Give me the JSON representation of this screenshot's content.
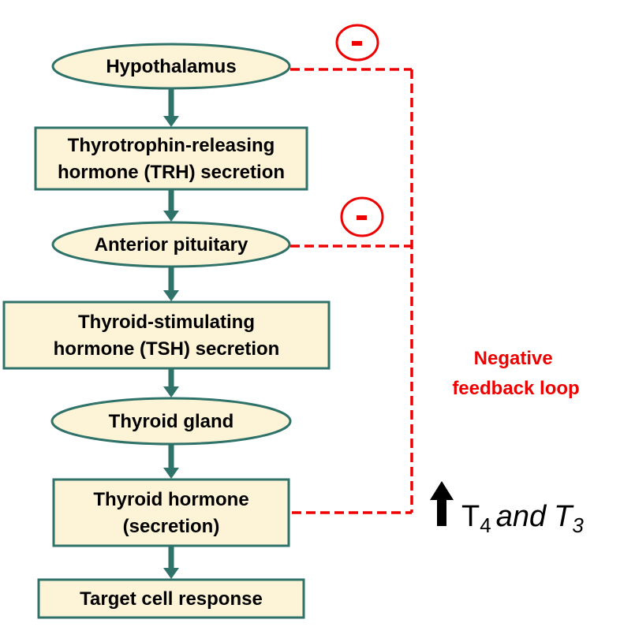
{
  "colors": {
    "node_fill": "#fdf3d6",
    "node_stroke": "#2e7269",
    "arrow": "#2e7269",
    "feedback": "#ee0000",
    "text": "#000000"
  },
  "nodes": [
    {
      "id": "hypothalamus",
      "shape": "ellipse",
      "lines": [
        "Hypothalamus"
      ]
    },
    {
      "id": "trh",
      "shape": "rect",
      "lines": [
        "Thyrotrophin-releasing",
        "hormone (TRH) secretion"
      ]
    },
    {
      "id": "anterior-pituitary",
      "shape": "ellipse",
      "lines": [
        "Anterior pituitary"
      ]
    },
    {
      "id": "tsh",
      "shape": "rect",
      "lines": [
        "Thyroid-stimulating",
        "hormone (TSH) secretion"
      ]
    },
    {
      "id": "thyroid-gland",
      "shape": "ellipse",
      "lines": [
        "Thyroid gland"
      ]
    },
    {
      "id": "thyroid-hormone",
      "shape": "rect",
      "lines": [
        "Thyroid hormone",
        "(secretion)"
      ]
    },
    {
      "id": "target-cell",
      "shape": "rect",
      "lines": [
        "Target cell response"
      ]
    }
  ],
  "feedback": {
    "label_lines": [
      "Negative",
      "feedback loop"
    ],
    "inhibit_symbol": "-",
    "inhibit_targets": [
      "hypothalamus",
      "anterior-pituitary"
    ],
    "source": "thyroid-hormone"
  },
  "annotation": {
    "arrow": "up-arrow",
    "t4_main": "T",
    "t4_sub": "4",
    "connector": "and",
    "t3_main": "T",
    "t3_sub": "3"
  }
}
